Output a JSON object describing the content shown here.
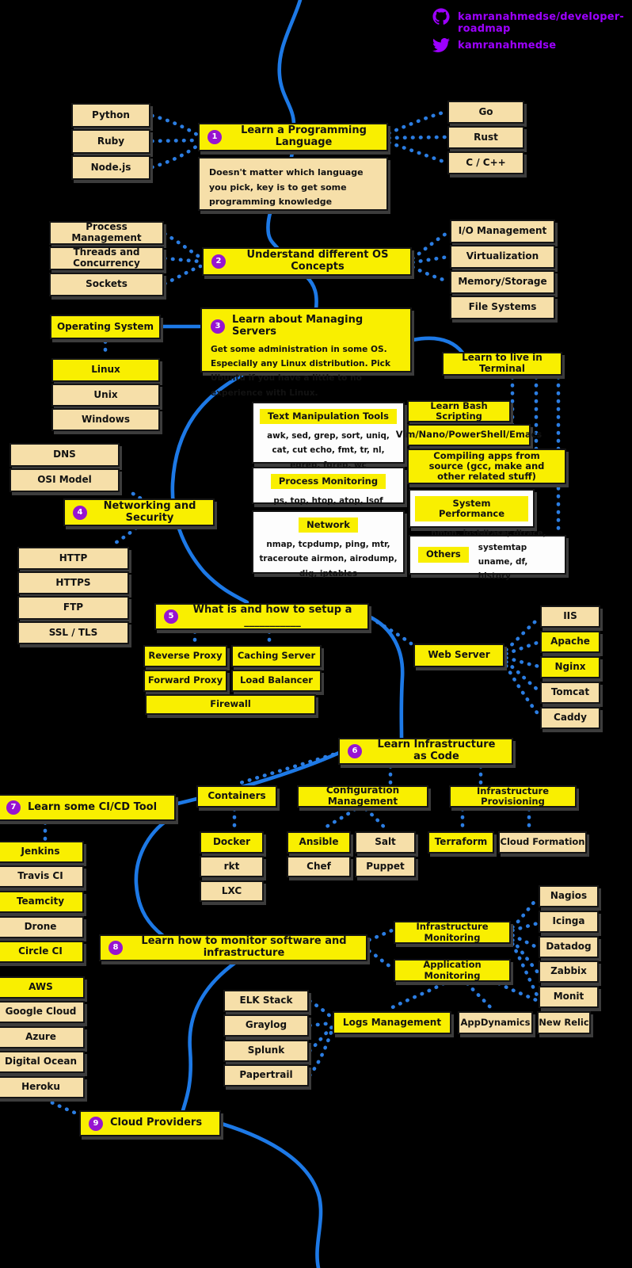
{
  "header": {
    "github_handle": "kamranahmedse/developer-roadmap",
    "twitter_handle": "kamranahmedse"
  },
  "colors": {
    "background": "#000000",
    "node_yellow": "#f9ef00",
    "node_tan": "#f6dfa9",
    "panel_white": "#fdfdfd",
    "path_blue": "#1d79e6",
    "badge_purple": "#9714d1",
    "header_purple": "#9d00ff",
    "text_dark": "#121212"
  },
  "sections": {
    "s1": {
      "num": "1",
      "title": "Learn a Programming Language"
    },
    "s2": {
      "num": "2",
      "title": "Understand different OS Concepts"
    },
    "s3": {
      "num": "3",
      "title": "Learn about Managing Servers"
    },
    "s4": {
      "num": "4",
      "title": "Networking and Security"
    },
    "s5": {
      "num": "5",
      "title": "What is and how to setup a ___________"
    },
    "s6": {
      "num": "6",
      "title": "Learn Infrastructure as Code"
    },
    "s7": {
      "num": "7",
      "title": "Learn some CI/CD Tool"
    },
    "s8": {
      "num": "8",
      "title": "Learn how to monitor software and infrastructure"
    },
    "s9": {
      "num": "9",
      "title": "Cloud Providers"
    }
  },
  "notes": {
    "programming": "Doesn't matter which language you pick, key is to get some programming knowledge",
    "servers": "Get some administration in some OS. Especially any Linux distribution. Pick Ubuntu if you have a little to no experience with Linux."
  },
  "boxes": {
    "python": "Python",
    "ruby": "Ruby",
    "nodejs": "Node.js",
    "go": "Go",
    "rust": "Rust",
    "cpp": "C / C++",
    "process_mgmt": "Process Management",
    "threads": "Threads and Concurrency",
    "sockets": "Sockets",
    "io_mgmt": "I/O Management",
    "virtualization": "Virtualization",
    "memory_storage": "Memory/Storage",
    "file_systems": "File Systems",
    "operating_system": "Operating System",
    "linux": "Linux",
    "unix": "Unix",
    "windows": "Windows",
    "terminal": "Learn to live in Terminal",
    "bash": "Learn Bash Scripting",
    "editors": "Vim/Nano/PowerShell/Emacs",
    "compiling": "Compiling apps from source (gcc, make and other related stuff)",
    "dns": "DNS",
    "osi": "OSI Model",
    "http": "HTTP",
    "https": "HTTPS",
    "ftp": "FTP",
    "ssl": "SSL / TLS",
    "reverse_proxy": "Reverse Proxy",
    "caching_server": "Caching Server",
    "forward_proxy": "Forward Proxy",
    "load_balancer": "Load Balancer",
    "firewall": "Firewall",
    "web_server": "Web Server",
    "iis": "IIS",
    "apache": "Apache",
    "nginx": "Nginx",
    "tomcat": "Tomcat",
    "caddy": "Caddy",
    "containers": "Containers",
    "config_mgmt": "Configuration Management",
    "infra_prov": "Infrastructure Provisioning",
    "docker": "Docker",
    "rkt": "rkt",
    "lxc": "LXC",
    "ansible": "Ansible",
    "salt": "Salt",
    "chef": "Chef",
    "puppet": "Puppet",
    "terraform": "Terraform",
    "cloud_formation": "Cloud Formation",
    "jenkins": "Jenkins",
    "travis": "Travis CI",
    "teamcity": "Teamcity",
    "drone": "Drone",
    "circleci": "Circle CI",
    "infra_mon": "Infrastructure Monitoring",
    "app_mon": "Application Monitoring",
    "nagios": "Nagios",
    "icinga": "Icinga",
    "datadog": "Datadog",
    "zabbix": "Zabbix",
    "monit": "Monit",
    "elk": "ELK Stack",
    "graylog": "Graylog",
    "splunk": "Splunk",
    "papertrail": "Papertrail",
    "logs_mgmt": "Logs Management",
    "appdynamics": "AppDynamics",
    "newrelic": "New Relic",
    "aws": "AWS",
    "gcloud": "Google Cloud",
    "azure": "Azure",
    "docean": "Digital Ocean",
    "heroku": "Heroku"
  },
  "panels": {
    "text_manip": {
      "title": "Text Manipulation Tools",
      "body": "awk, sed, grep, sort, uniq, cat, cut echo, fmt, tr, nl, egrep, fgrep, wc"
    },
    "process_mon": {
      "title": "Process Monitoring",
      "body": "ps, top, htop, atop, lsof"
    },
    "network": {
      "title": "Network",
      "body": "nmap, tcpdump, ping, mtr, traceroute airmon, airodump, dig, iptables"
    },
    "sys_perf": {
      "title": "System Performance",
      "body": "nmon, iostat, sar, vmstat"
    },
    "others": {
      "title": "Others",
      "body": "strace, dtrace, systemtap uname, df, history"
    }
  }
}
